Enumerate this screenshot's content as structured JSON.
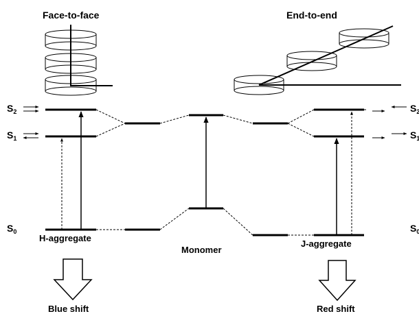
{
  "headings": {
    "left": "Face-to-face",
    "right": "End-to-end"
  },
  "states": {
    "left": {
      "s2": "S",
      "s2_sub": "2",
      "s1": "S",
      "s1_sub": "1",
      "s0": "S",
      "s0_sub": "0"
    },
    "right": {
      "s2": "S",
      "s2_sub": "2",
      "s1": "S",
      "s1_sub": "1",
      "s0": "S",
      "s0_sub": "0"
    }
  },
  "labels": {
    "h_aggregate": "H-aggregate",
    "monomer": "Monomer",
    "j_aggregate": "J-aggregate",
    "blue_shift": "Blue shift",
    "red_shift": "Red shift"
  },
  "colors": {
    "stroke": "#000000",
    "arrow_fill": "#ffffff",
    "background": "#ffffff"
  }
}
